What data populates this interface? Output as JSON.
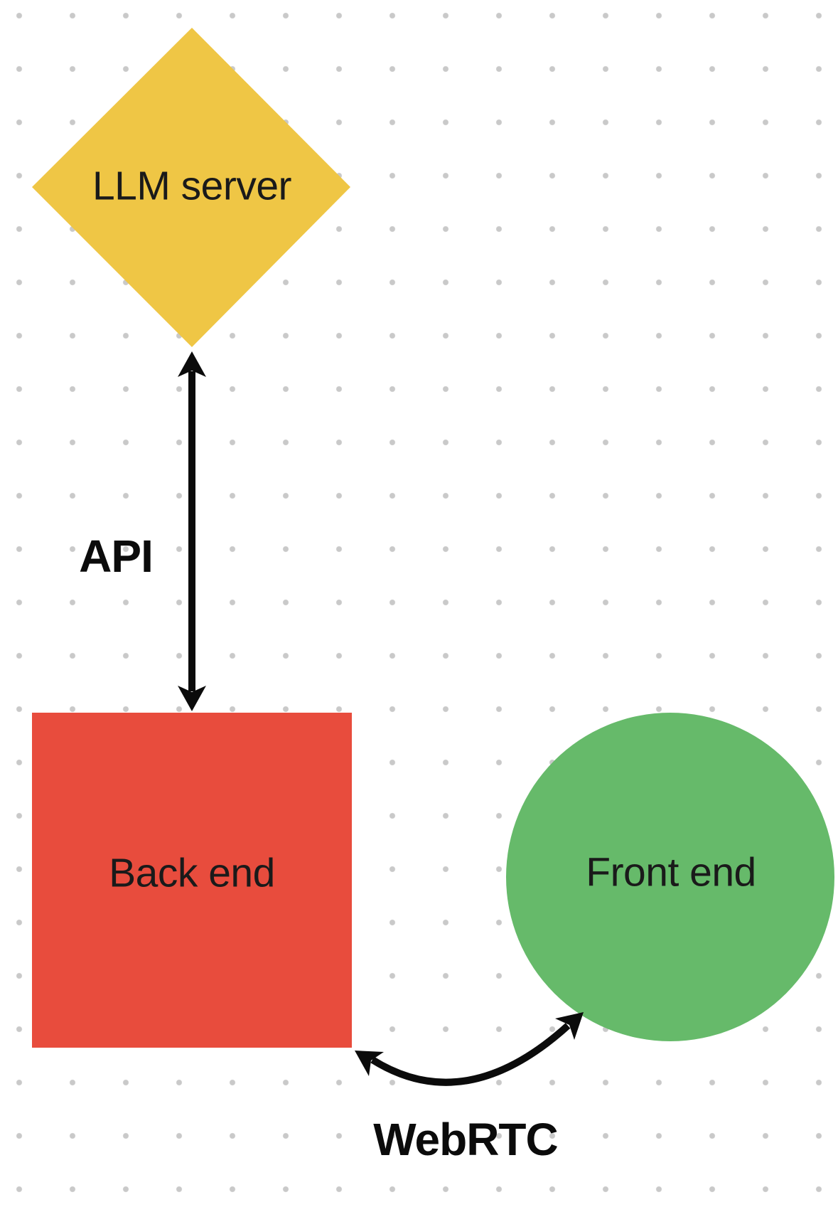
{
  "canvas": {
    "background_color": "#ffffff",
    "grid_dot_color": "#c9c9c9",
    "text_color": "#1a1a1a"
  },
  "nodes": [
    {
      "id": "llm-server",
      "shape": "diamond",
      "label": "LLM server",
      "fill": "#efc645"
    },
    {
      "id": "back-end",
      "shape": "square",
      "label": "Back end",
      "fill": "#e84c3d"
    },
    {
      "id": "front-end",
      "shape": "circle",
      "label": "Front end",
      "fill": "#66ba6a"
    }
  ],
  "connectors": [
    {
      "id": "api",
      "label": "API",
      "style": "straight-double-arrow",
      "color": "#0b0b0b"
    },
    {
      "id": "webrtc",
      "label": "WebRTC",
      "style": "curved-double-arrow",
      "color": "#0b0b0b"
    }
  ]
}
